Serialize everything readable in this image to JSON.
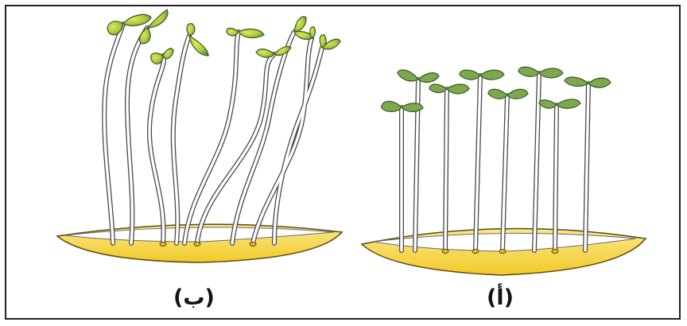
{
  "panels": [
    {
      "id": "b",
      "label": "(ب)"
    },
    {
      "id": "a",
      "label": "(أ)"
    }
  ],
  "colors": {
    "frame": "#222222",
    "dish_fill": "#f4d33a",
    "dish_light": "#fbe98a",
    "stem": "#ffffff",
    "stem_outline": "#4a4a4a",
    "leaf_green": "#7ea84e",
    "leaf_yellow": "#d8e04a",
    "leaf_outline": "#3a5a20"
  }
}
